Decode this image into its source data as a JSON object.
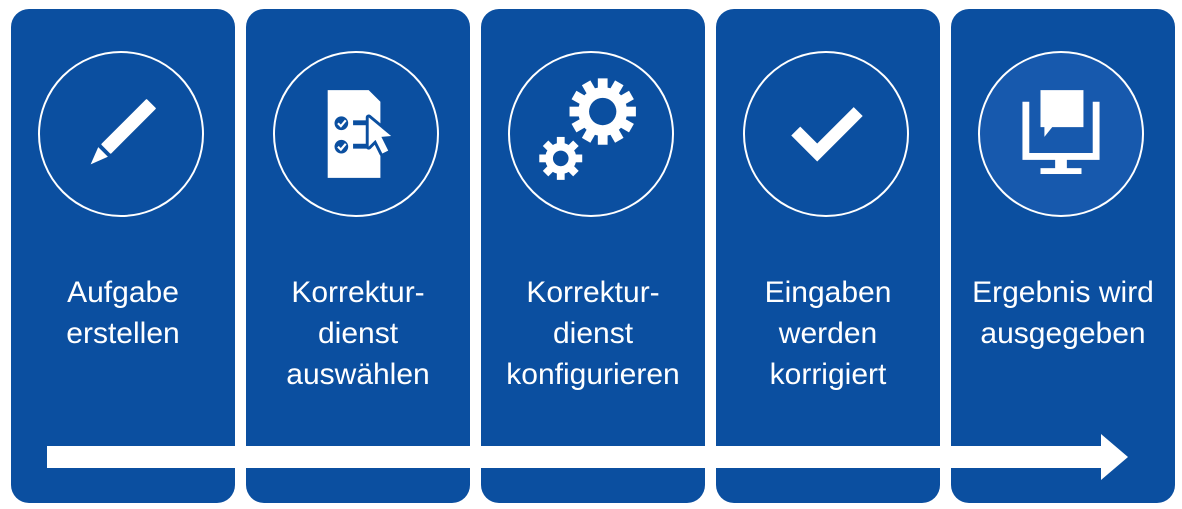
{
  "colors": {
    "card": "#0b4fa0",
    "accent_fill": "#1759ad",
    "foreground": "#ffffff"
  },
  "steps": [
    {
      "icon": "pencil-icon",
      "lines": [
        "Aufgabe",
        "erstellen"
      ]
    },
    {
      "icon": "checklist-cursor-icon",
      "lines": [
        "Korrektur-",
        "dienst",
        "auswählen"
      ]
    },
    {
      "icon": "gears-icon",
      "lines": [
        "Korrektur-",
        "dienst",
        "konfigurieren"
      ]
    },
    {
      "icon": "checkmark-icon",
      "lines": [
        "Eingaben",
        "werden",
        "korrigiert"
      ]
    },
    {
      "icon": "monitor-chat-icon",
      "lines": [
        "Ergebnis wird",
        "ausgegeben"
      ]
    }
  ]
}
